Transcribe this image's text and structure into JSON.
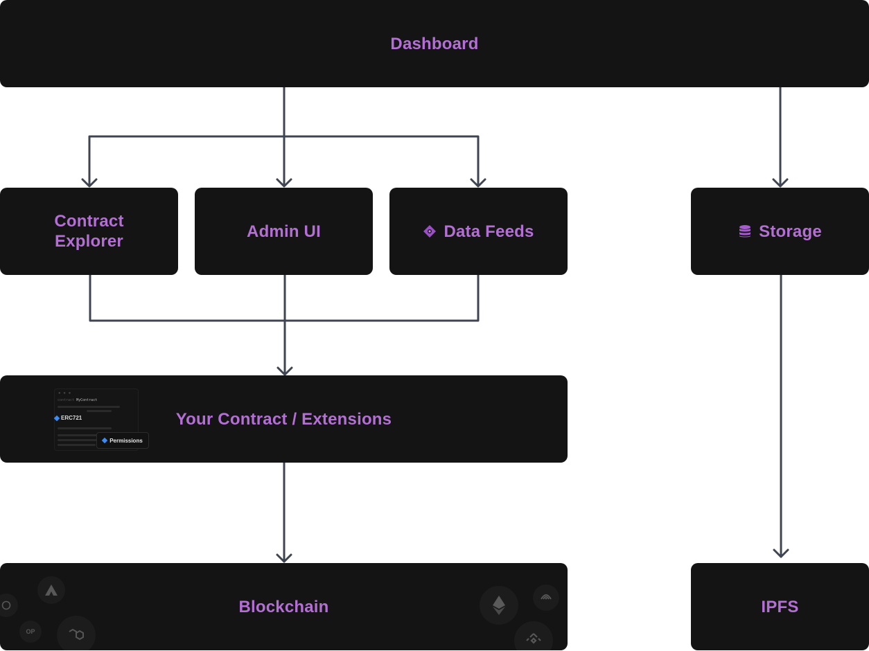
{
  "nodes": {
    "dashboard": "Dashboard",
    "contract_explorer_line1": "Contract",
    "contract_explorer_line2": "Explorer",
    "admin_ui": "Admin UI",
    "data_feeds": "Data Feeds",
    "storage": "Storage",
    "your_contract": "Your Contract / Extensions",
    "blockchain": "Blockchain",
    "ipfs": "IPFS"
  },
  "contract_preview": {
    "code_keyword": "contract",
    "code_name": "MyContract",
    "extension_primary": "ERC721",
    "extension_secondary": "Permissions"
  },
  "icons": {
    "data_feeds": "diamond-network-icon",
    "storage": "database-icon",
    "chains": [
      "avalanche-icon",
      "arbitrum-icon",
      "optimism-icon",
      "polygon-icon",
      "ethereum-icon",
      "fantom-icon",
      "bnb-icon"
    ]
  },
  "colors": {
    "box": "#141414",
    "label": "#b46fd4",
    "connector": "#3f4451",
    "background": "#ffffff"
  }
}
